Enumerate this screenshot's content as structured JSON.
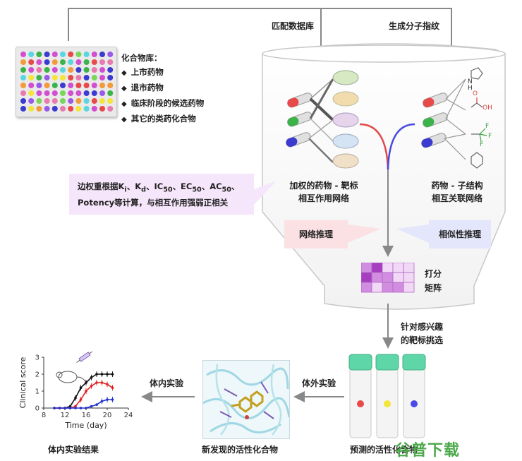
{
  "top_labels": {
    "match_db": "匹配数据库",
    "gen_fp": "生成分子指纹"
  },
  "library": {
    "title": "化合物库：",
    "items": [
      "上市药物",
      "退市药物",
      "临床阶段的候选药物",
      "其它的类药化合物"
    ]
  },
  "networks": {
    "weighted_line1": "加权的药物 - 靶标",
    "weighted_line2": "相互作用网络",
    "sub_line1": "药物 - 子结构",
    "sub_line2": "相互关联网络"
  },
  "note": {
    "line1_pre": "边权重根据K",
    "k_i_sub": "i",
    "sep1": "、K",
    "k_d_sub": "d",
    "sep2": "、IC",
    "ic_sub": "50",
    "sep3": "、EC",
    "ec_sub": "50",
    "sep4": "、AC",
    "ac_sub": "50",
    "sep5": "、",
    "line2": "Potency等计算，与相互作用强弱正相关"
  },
  "banners": {
    "network": "网络推理",
    "similarity": "相似性推理"
  },
  "matrix": {
    "label_line1": "打分",
    "label_line2": "矩阵",
    "colors": {
      "dark": "#a53fbf",
      "mid": "#d18ddf",
      "light": "#f1d8f6"
    }
  },
  "selection": {
    "line1": "针对感兴趣",
    "line2": "的靶标挑选"
  },
  "steps": {
    "in_vitro": "体外实验",
    "in_vivo": "体内实验",
    "candidates": "预测的活性化合物",
    "new_active": "新发现的活性化合物",
    "vivo_result": "体内实验结果"
  },
  "smiles_labels": {
    "nh": "N\nH",
    "oh": "OH",
    "o": "O",
    "f1": "F",
    "f2": "F",
    "f3": "F"
  },
  "tube_colors": [
    "#e84a4a",
    "#f3e53a",
    "#4a4ae8"
  ],
  "tube_cap_color": "#5fd6a8",
  "watermark": "谷普下载",
  "chart_data": {
    "type": "line",
    "xlabel": "Time (day)",
    "ylabel": "Clinical score",
    "xlim": [
      8,
      24
    ],
    "ylim": [
      0,
      3
    ],
    "xticks": [
      8,
      12,
      16,
      20,
      24
    ],
    "yticks": [
      0,
      1,
      2,
      3
    ],
    "series": [
      {
        "color": "#111111",
        "x": [
          10,
          11,
          12,
          13,
          14,
          15,
          16,
          17,
          18,
          19,
          20,
          21
        ],
        "y": [
          0,
          0,
          0,
          0.1,
          0.6,
          1.2,
          1.5,
          1.8,
          2.0,
          2.0,
          2.0,
          2.0
        ]
      },
      {
        "color": "#e02020",
        "x": [
          10,
          11,
          12,
          13,
          14,
          15,
          16,
          17,
          18,
          19,
          20,
          21
        ],
        "y": [
          0,
          0,
          0,
          0,
          0.1,
          0.5,
          1.0,
          1.3,
          1.5,
          1.5,
          1.4,
          1.2
        ]
      },
      {
        "color": "#2030d0",
        "x": [
          10,
          11,
          12,
          13,
          14,
          15,
          16,
          17,
          18,
          19,
          20,
          21
        ],
        "y": [
          0,
          0,
          0,
          0,
          0,
          0,
          0,
          0.1,
          0.2,
          0.4,
          0.5,
          0.5
        ]
      }
    ]
  }
}
